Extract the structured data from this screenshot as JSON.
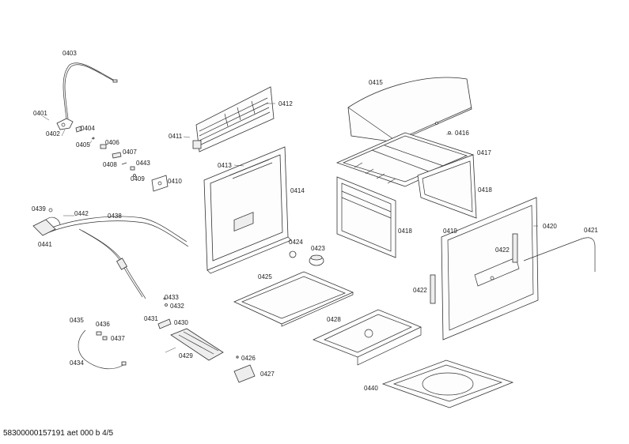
{
  "labels": {
    "p0403": "0403",
    "p0401": "0401",
    "p0402": "0402",
    "p0404": "0404",
    "p0405": "0405",
    "p0406": "0406",
    "p0407": "0407",
    "p0408": "0408",
    "p0443": "0443",
    "p0409": "0409",
    "p0410": "0410",
    "p0411": "0411",
    "p0412": "0412",
    "p0413": "0413",
    "p0414": "0414",
    "p0415": "0415",
    "p0416": "0416",
    "p0417": "0417",
    "p0418a": "0418",
    "p0418b": "0418",
    "p0419": "0419",
    "p0420": "0420",
    "p0421": "0421",
    "p0422a": "0422",
    "p0422b": "0422",
    "p0423": "0423",
    "p0424": "0424",
    "p0425": "0425",
    "p0426": "0426",
    "p0427": "0427",
    "p0428": "0428",
    "p0429": "0429",
    "p0430": "0430",
    "p0431": "0431",
    "p0432": "0432",
    "p0433": "0433",
    "p0434": "0434",
    "p0435": "0435",
    "p0436": "0436",
    "p0437": "0437",
    "p0438": "0438",
    "p0439": "0439",
    "p0440": "0440",
    "p0441": "0441",
    "p0442": "0442"
  },
  "footer": "58300000157191 aet 000 b 4/5"
}
